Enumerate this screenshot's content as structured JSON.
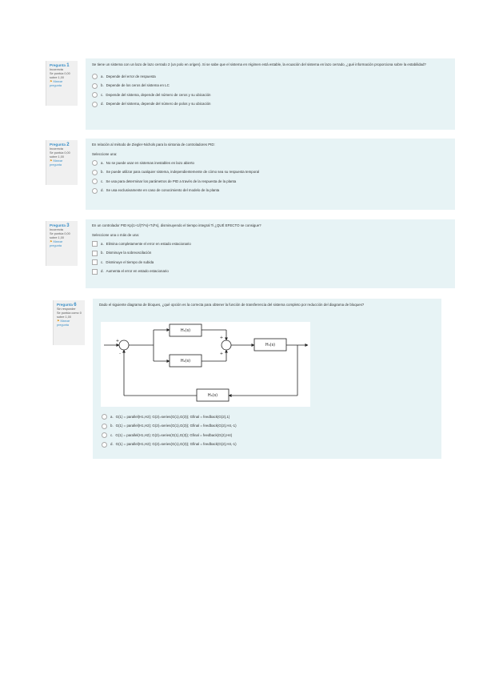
{
  "questions": [
    {
      "number_label": "Pregunta",
      "number": "1",
      "status": "Incorrecta",
      "score": "Se puntúa 0,00 sobre 1,00",
      "flag": "Marcar pregunta",
      "text": "Se tiene un sistema con un lazo de lazo cerrado 2 (un polo en origen). Si se sabe que el sistema en régimen está estable, la ecuación del sistema en lazo cerrado, ¿qué información proporciona sobre la estabilidad?",
      "select_label": "",
      "options": [
        {
          "letter": "a.",
          "text": "Depende del error de respuesta"
        },
        {
          "letter": "b.",
          "text": "Depende de los ceros del sistema en LC"
        },
        {
          "letter": "c.",
          "text": "Depende del sistema, depende del número de ceros y su ubicación"
        },
        {
          "letter": "d.",
          "text": "Depende del sistema, depende del número de polos y su ubicación"
        }
      ]
    },
    {
      "number_label": "Pregunta",
      "number": "2",
      "status": "Incorrecta",
      "score": "Se puntúa 0,00 sobre 1,00",
      "flag": "Marcar pregunta",
      "text": "En relación al método de Ziegler-Nichols para la sintonia de controladores PID:",
      "select_label": "Seleccione una:",
      "options": [
        {
          "letter": "a.",
          "text": "No se puede usar en sistemas inestables en lazo abierto"
        },
        {
          "letter": "b.",
          "text": "Se puede utilizar para cualquier sistema, independientemente de cómo sea su respuesta temporal"
        },
        {
          "letter": "c.",
          "text": "Se usa para determinar los parámetros de PID a través de la respuesta de la planta"
        },
        {
          "letter": "d.",
          "text": "Se usa exclusivamente en caso de conocimiento del modelo de la planta"
        }
      ]
    },
    {
      "number_label": "Pregunta",
      "number": "3",
      "status": "Incorrecta",
      "score": "Se puntúa 0,00 sobre 1,00",
      "flag": "Marcar pregunta",
      "text": "En un controlador PID Kp(1+1/(Ti*s)+Td*s), disminuyendo el tiempo integral Ti ¿QUÉ EFECTO se consigue?",
      "select_label": "Seleccione una o más de una:",
      "options": [
        {
          "letter": "a.",
          "text": "Elimina completamente el error en estado estacionario"
        },
        {
          "letter": "b.",
          "text": "Disminuye la sobreoscilación"
        },
        {
          "letter": "c.",
          "text": "Disminuye el tiempo de subida"
        },
        {
          "letter": "d.",
          "text": "Aumenta el error en estado estacionario"
        }
      ]
    },
    {
      "number_label": "Pregunta",
      "number": "6",
      "status": "Sin responder",
      "score": "Se puntúa como 0 sobre 1,00",
      "flag": "Marcar pregunta",
      "text": "Dado el siguiente diagrama de bloques, ¿qué opción es la correcta para obtener la función de transferencia del sistema completo por reducción del diagrama de bloques?",
      "select_label": "",
      "options": [
        {
          "letter": "a.",
          "text": "G(1) = parallel(H1,H2); G(2)=series(G(1),G(3)); Gfinal = feedback(G(2),1)"
        },
        {
          "letter": "b.",
          "text": "G(1) = parallel(H1,H2); G(2)=series(G(1),G(3)); Gfinal = feedback(G(2),H4,-1)"
        },
        {
          "letter": "c.",
          "text": "G(1) = parallel(H1,H2); G(2)=series(G(1),G(3)); Gfinal = feedback(G(2),H4)"
        },
        {
          "letter": "d.",
          "text": "G(1) = parallel(H1,H2); G(2)=series(G(1),G(3)); Gfinal = feedback(G(2),H4,-1)"
        }
      ]
    }
  ],
  "diagram": {
    "h1": "H₁(s)",
    "h2": "H₂(s)",
    "h3": "H₃(s)",
    "h4": "H₄(s)",
    "sum1_plus": "+",
    "sum1_minus": "-",
    "sum2_plus_top": "+",
    "sum2_plus_bottom": "+"
  }
}
